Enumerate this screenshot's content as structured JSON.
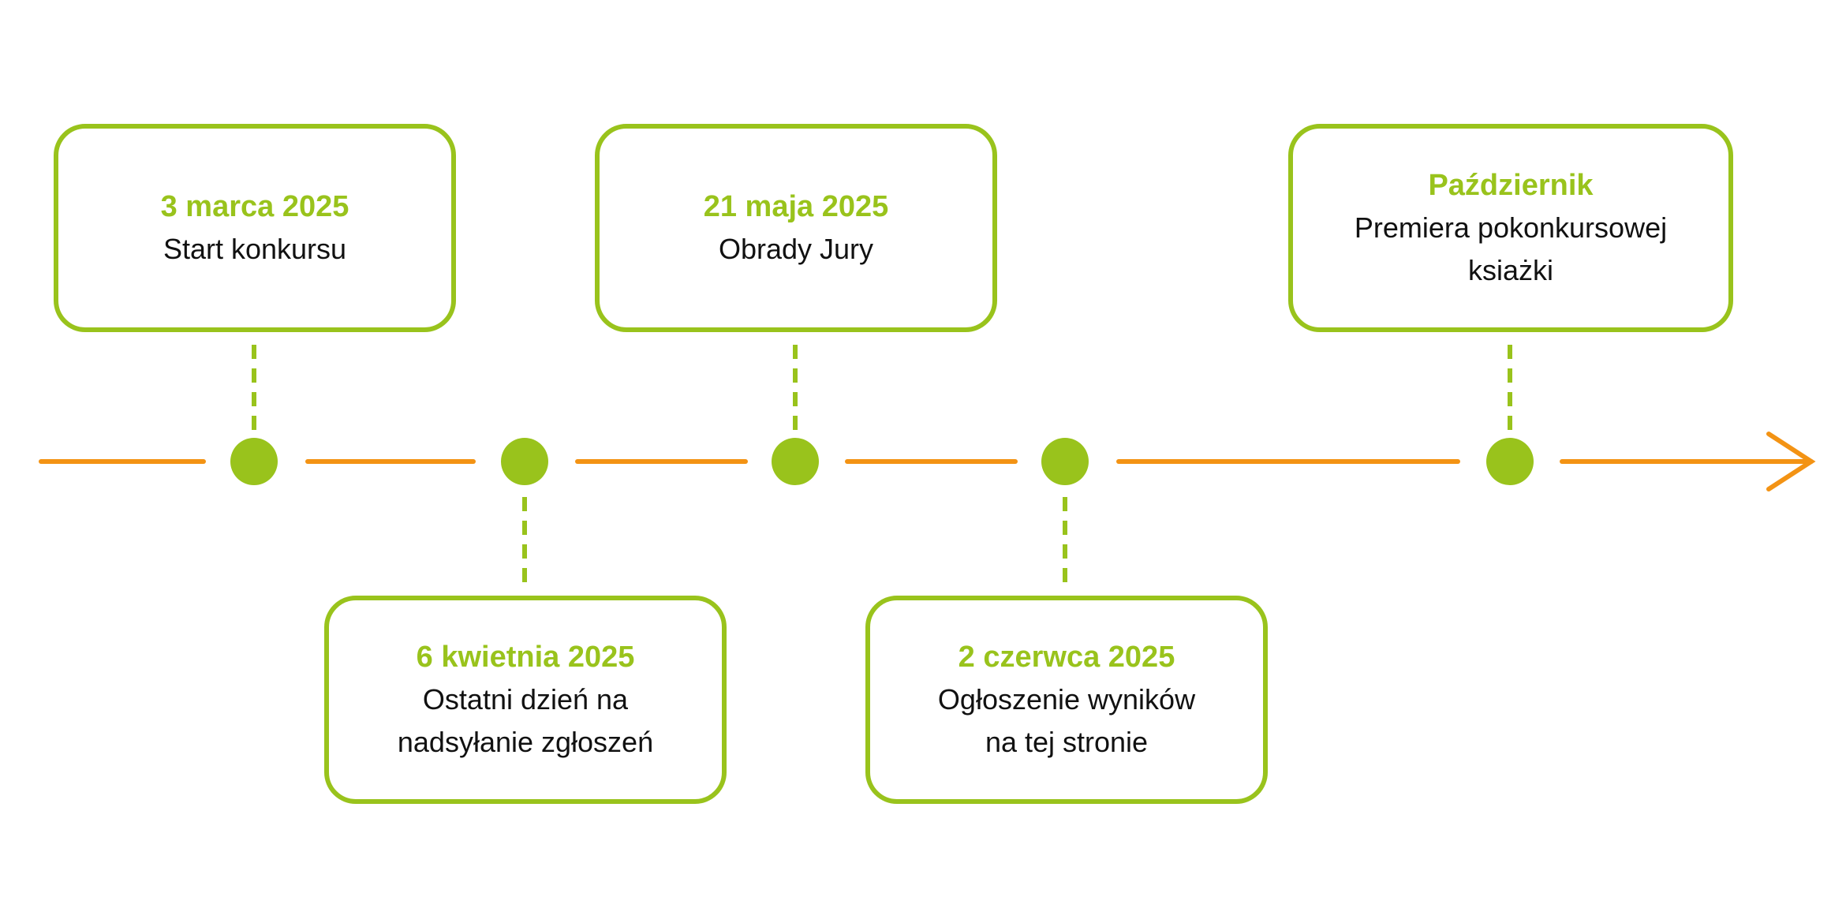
{
  "colors": {
    "accent": "#99c31c",
    "axis": "#f39314"
  },
  "events": [
    {
      "date": "3 marca 2025",
      "description": "Start konkursu"
    },
    {
      "date": "6 kwietnia 2025",
      "description": "Ostatni dzień na\nnadsyłanie zgłoszeń"
    },
    {
      "date": "21 maja 2025",
      "description": "Obrady Jury"
    },
    {
      "date": "2 czerwca 2025",
      "description": "Ogłoszenie wyników\nna tej stronie"
    },
    {
      "date": "Październik",
      "description": "Premiera pokonkursowej\nksiażki"
    }
  ]
}
